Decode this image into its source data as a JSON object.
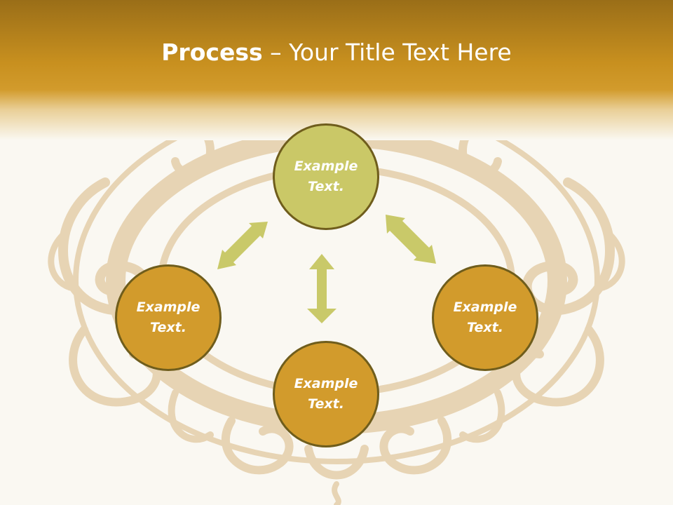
{
  "slide": {
    "title_bold": "Process",
    "title_rest": " – Your Title Text Here"
  },
  "nodes": [
    {
      "id": "top",
      "label": "Example Text.",
      "color": "#cac867"
    },
    {
      "id": "left",
      "label": "Example Text.",
      "color": "#d29b2c"
    },
    {
      "id": "bottom",
      "label": "Example Text.",
      "color": "#d29b2c"
    },
    {
      "id": "right",
      "label": "Example Text.",
      "color": "#d29b2c"
    }
  ],
  "colors": {
    "header_gold": "#c8901f",
    "arrow": "#c9c969",
    "node_border": "#6f5d1c",
    "ornament": "#e7d4b4",
    "background": "#faf8f2"
  }
}
